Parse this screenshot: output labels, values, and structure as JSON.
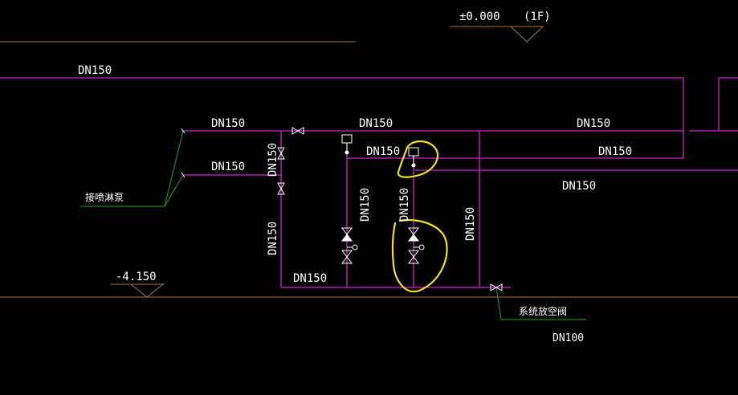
{
  "colors": {
    "background": "#000000",
    "pipe": "#d21fd2",
    "floor_line": "#a0763c",
    "leader": "#1fa31f",
    "markup": "#f2e01a",
    "text": "#ffffff",
    "valve": "#ffffff"
  },
  "levels": {
    "ground": "±0.000",
    "ground_floor": "(1F)",
    "basement": "-4.150"
  },
  "pipe_labels": {
    "top_main": "DN150",
    "branch_upper_left": "DN150",
    "branch_lower_left": "DN150",
    "middle_top": "DN150",
    "middle_branch": "DN150",
    "right_top": "DN150",
    "right_middle": "DN150",
    "right_lower": "DN150",
    "left_riser_short": "DN150",
    "left_riser": "DN150",
    "center_riser": "DN150",
    "center_riser_2": "DN150",
    "right_riser": "DN150",
    "bottom_header": "DN150",
    "drain": "DN100"
  },
  "annotations": {
    "pump_connection": "接喷淋泵",
    "vent_valve": "系统放空阀"
  }
}
